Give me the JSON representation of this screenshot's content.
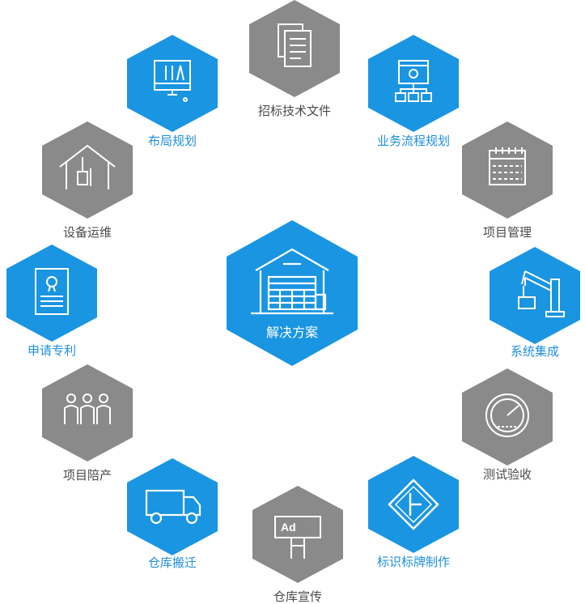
{
  "colors": {
    "blue": "#1a95e2",
    "gray": "#8a8a8a",
    "icon": "#ffffff"
  },
  "center": {
    "label": "解决方案",
    "icon": "warehouse-icon"
  },
  "items": [
    {
      "id": "bid-docs",
      "label": "招标技术文件",
      "color": "gray",
      "icon": "documents-icon"
    },
    {
      "id": "process",
      "label": "业务流程规划",
      "color": "blue",
      "icon": "flowchart-icon"
    },
    {
      "id": "project-mgmt",
      "label": "项目管理",
      "color": "gray",
      "icon": "calendar-icon"
    },
    {
      "id": "integration",
      "label": "系统集成",
      "color": "blue",
      "icon": "robot-arm-icon"
    },
    {
      "id": "acceptance",
      "label": "测试验收",
      "color": "gray",
      "icon": "gauge-icon"
    },
    {
      "id": "signage",
      "label": "标识标牌制作",
      "color": "blue",
      "icon": "road-sign-icon"
    },
    {
      "id": "promotion",
      "label": "仓库宣传",
      "color": "gray",
      "icon": "billboard-icon"
    },
    {
      "id": "relocation",
      "label": "仓库搬迁",
      "color": "blue",
      "icon": "truck-icon"
    },
    {
      "id": "training",
      "label": "项目陪产",
      "color": "gray",
      "icon": "people-icon"
    },
    {
      "id": "patent",
      "label": "申请专利",
      "color": "blue",
      "icon": "certificate-icon"
    },
    {
      "id": "maintenance",
      "label": "设备运维",
      "color": "gray",
      "icon": "house-tool-icon"
    },
    {
      "id": "layout",
      "label": "布局规划",
      "color": "blue",
      "icon": "monitor-design-icon"
    }
  ],
  "billboard_text": "Ad"
}
